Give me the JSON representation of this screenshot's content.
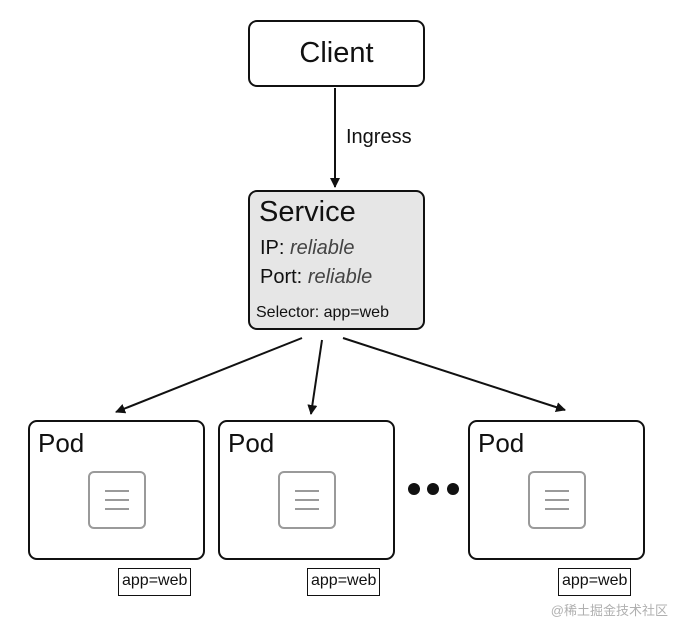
{
  "client": {
    "label": "Client"
  },
  "edge_label": "Ingress",
  "service": {
    "title": "Service",
    "ip_key": "IP:",
    "ip_value": "reliable",
    "port_key": "Port:",
    "port_value": "reliable",
    "selector": "Selector: app=web"
  },
  "pods": [
    {
      "title": "Pod",
      "label": "app=web"
    },
    {
      "title": "Pod",
      "label": "app=web"
    },
    {
      "title": "Pod",
      "label": "app=web"
    }
  ],
  "watermark": "@稀土掘金技术社区"
}
